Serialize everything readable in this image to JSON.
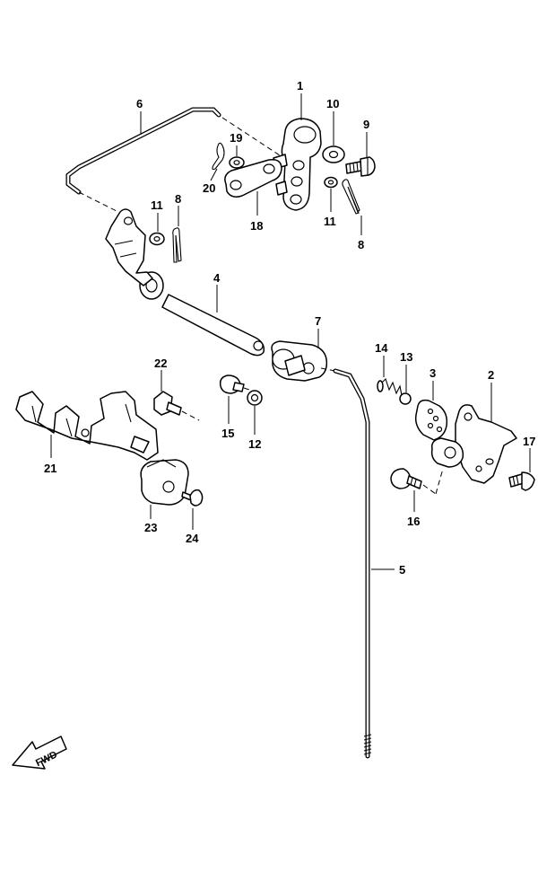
{
  "callouts": [
    {
      "id": "p1",
      "label": "1"
    },
    {
      "id": "p2",
      "label": "2"
    },
    {
      "id": "p3",
      "label": "3"
    },
    {
      "id": "p4",
      "label": "4"
    },
    {
      "id": "p5",
      "label": "5"
    },
    {
      "id": "p6",
      "label": "6"
    },
    {
      "id": "p7",
      "label": "7"
    },
    {
      "id": "p8a",
      "label": "8"
    },
    {
      "id": "p8b",
      "label": "8"
    },
    {
      "id": "p9",
      "label": "9"
    },
    {
      "id": "p10",
      "label": "10"
    },
    {
      "id": "p11a",
      "label": "11"
    },
    {
      "id": "p11b",
      "label": "11"
    },
    {
      "id": "p12",
      "label": "12"
    },
    {
      "id": "p13",
      "label": "13"
    },
    {
      "id": "p14",
      "label": "14"
    },
    {
      "id": "p15",
      "label": "15"
    },
    {
      "id": "p16",
      "label": "16"
    },
    {
      "id": "p17",
      "label": "17"
    },
    {
      "id": "p18",
      "label": "18"
    },
    {
      "id": "p19",
      "label": "19"
    },
    {
      "id": "p20",
      "label": "20"
    },
    {
      "id": "p21",
      "label": "21"
    },
    {
      "id": "p22",
      "label": "22"
    },
    {
      "id": "p23",
      "label": "23"
    },
    {
      "id": "p24",
      "label": "24"
    }
  ],
  "direction_marker": {
    "label": "FWD",
    "icon": "fwd-arrow-icon"
  }
}
